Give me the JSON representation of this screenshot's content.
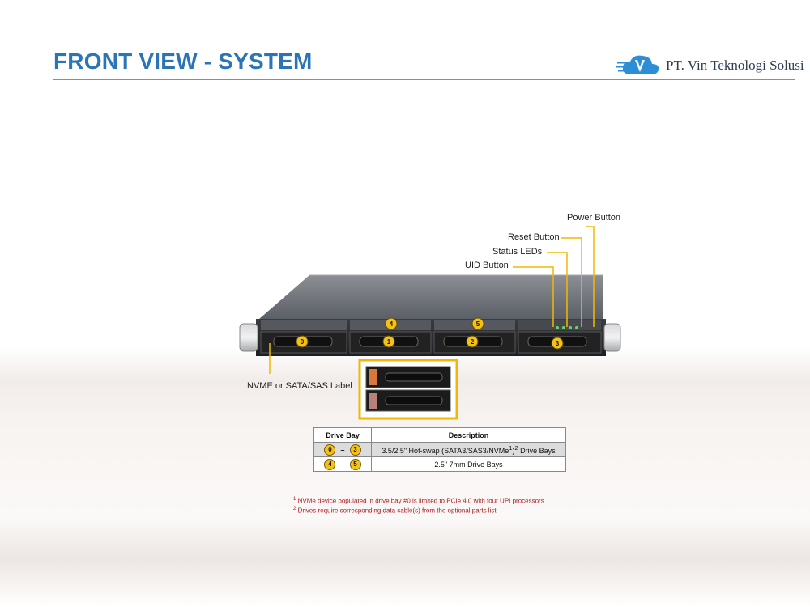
{
  "header": {
    "title": "FRONT VIEW - SYSTEM",
    "company": "PT. Vin Teknologi Solusi",
    "logo_icon": "v-cloud-logo"
  },
  "callouts": {
    "power_button": "Power Button",
    "reset_button": "Reset Button",
    "status_leds": "Status LEDs",
    "uid_button": "UID Button",
    "drive_label": "NVME or SATA/SAS Label"
  },
  "bays": {
    "top": [
      "4",
      "5"
    ],
    "bottom": [
      "0",
      "1",
      "2",
      "3"
    ]
  },
  "table": {
    "headers": [
      "Drive Bay",
      "Description"
    ],
    "rows": [
      {
        "from": "0",
        "to": "3",
        "dash": "–",
        "description": "3.5/2.5\" Hot-swap (SATA3/SAS3/NVMe",
        "sup1": "1",
        "sup2": "2",
        "tail": " Drive Bays"
      },
      {
        "from": "4",
        "to": "5",
        "dash": "–",
        "description": "2.5\" 7mm Drive  Bays"
      }
    ]
  },
  "footnotes": [
    {
      "num": "1",
      "text": "NVMe device  populated  in drive  bay #0 is limited to PCIe 4.0 with four UPI processors"
    },
    {
      "num": "2",
      "text": "Drives  require  corresponding  data cable(s) from the optional parts list"
    }
  ],
  "colors": {
    "title": "#2b74b5",
    "rule": "#5b9bd0",
    "callout_line": "#f2b705",
    "badge": "#f2c21b",
    "footnote": "#b0191e"
  }
}
